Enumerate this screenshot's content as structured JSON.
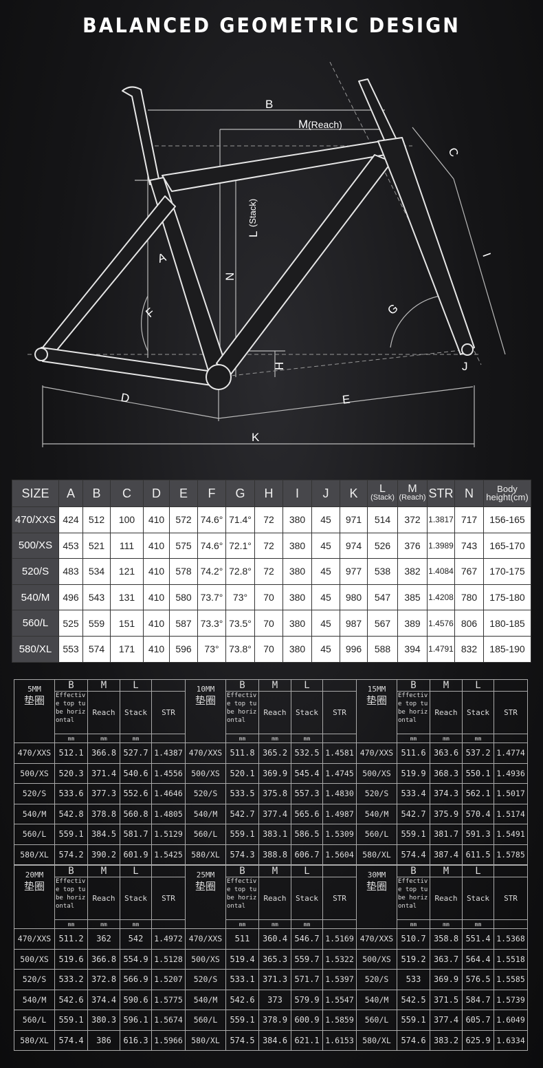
{
  "title": "BALANCED GEOMETRIC DESIGN",
  "diagram_labels": {
    "A": "A",
    "B": "B",
    "C": "C",
    "D": "D",
    "E": "E",
    "F": "F",
    "G": "G",
    "H": "H",
    "I": "I",
    "J": "J",
    "K": "K",
    "L": "L",
    "L_sub": "(Stack)",
    "M": "M",
    "M_sub": "(Reach)",
    "N": "N"
  },
  "geometry_table": {
    "headers": [
      {
        "main": "SIZE"
      },
      {
        "main": "A"
      },
      {
        "main": "B"
      },
      {
        "main": "C"
      },
      {
        "main": "D"
      },
      {
        "main": "E"
      },
      {
        "main": "F"
      },
      {
        "main": "G"
      },
      {
        "main": "H"
      },
      {
        "main": "I"
      },
      {
        "main": "J"
      },
      {
        "main": "K"
      },
      {
        "main": "L",
        "sub": "(Stack)"
      },
      {
        "main": "M",
        "sub": "(Reach)"
      },
      {
        "main": "STR"
      },
      {
        "main": "N"
      },
      {
        "main": "Body",
        "sub": "height(cm)"
      }
    ],
    "rows": [
      [
        "470/XXS",
        "424",
        "512",
        "100",
        "410",
        "572",
        "74.6°",
        "71.4°",
        "72",
        "380",
        "45",
        "971",
        "514",
        "372",
        "1.3817",
        "717",
        "156-165"
      ],
      [
        "500/XS",
        "453",
        "521",
        "111",
        "410",
        "575",
        "74.6°",
        "72.1°",
        "72",
        "380",
        "45",
        "974",
        "526",
        "376",
        "1.3989",
        "743",
        "165-170"
      ],
      [
        "520/S",
        "483",
        "534",
        "121",
        "410",
        "578",
        "74.2°",
        "72.8°",
        "72",
        "380",
        "45",
        "977",
        "538",
        "382",
        "1.4084",
        "767",
        "170-175"
      ],
      [
        "540/M",
        "496",
        "543",
        "131",
        "410",
        "580",
        "73.7°",
        "73°",
        "70",
        "380",
        "45",
        "980",
        "547",
        "385",
        "1.4208",
        "780",
        "175-180"
      ],
      [
        "560/L",
        "525",
        "559",
        "151",
        "410",
        "587",
        "73.3°",
        "73.5°",
        "70",
        "380",
        "45",
        "987",
        "567",
        "389",
        "1.4576",
        "806",
        "180-185"
      ],
      [
        "580/XL",
        "553",
        "574",
        "171",
        "410",
        "596",
        "73°",
        "73.8°",
        "70",
        "380",
        "45",
        "996",
        "588",
        "394",
        "1.4791",
        "832",
        "185-190"
      ]
    ]
  },
  "spacer_tables": {
    "col_letters": [
      "B",
      "M",
      "L",
      ""
    ],
    "col_labels": [
      "Effective top tube horizontal",
      "Reach",
      "Stack",
      "STR"
    ],
    "col_units": [
      "mm",
      "mm",
      "mm",
      ""
    ],
    "groups": [
      {
        "spacer": "5MM",
        "label": "垫圈",
        "rows": [
          [
            "470/XXS",
            "512.1",
            "366.8",
            "527.7",
            "1.4387"
          ],
          [
            "500/XS",
            "520.3",
            "371.4",
            "540.6",
            "1.4556"
          ],
          [
            "520/S",
            "533.6",
            "377.3",
            "552.6",
            "1.4646"
          ],
          [
            "540/M",
            "542.8",
            "378.8",
            "560.8",
            "1.4805"
          ],
          [
            "560/L",
            "559.1",
            "384.5",
            "581.7",
            "1.5129"
          ],
          [
            "580/XL",
            "574.2",
            "390.2",
            "601.9",
            "1.5425"
          ]
        ]
      },
      {
        "spacer": "10MM",
        "label": "垫圈",
        "rows": [
          [
            "470/XXS",
            "511.8",
            "365.2",
            "532.5",
            "1.4581"
          ],
          [
            "500/XS",
            "520.1",
            "369.9",
            "545.4",
            "1.4745"
          ],
          [
            "520/S",
            "533.5",
            "375.8",
            "557.3",
            "1.4830"
          ],
          [
            "540/M",
            "542.7",
            "377.4",
            "565.6",
            "1.4987"
          ],
          [
            "560/L",
            "559.1",
            "383.1",
            "586.5",
            "1.5309"
          ],
          [
            "580/XL",
            "574.3",
            "388.8",
            "606.7",
            "1.5604"
          ]
        ]
      },
      {
        "spacer": "15MM",
        "label": "垫圈",
        "rows": [
          [
            "470/XXS",
            "511.6",
            "363.6",
            "537.2",
            "1.4774"
          ],
          [
            "500/XS",
            "519.9",
            "368.3",
            "550.1",
            "1.4936"
          ],
          [
            "520/S",
            "533.4",
            "374.3",
            "562.1",
            "1.5017"
          ],
          [
            "540/M",
            "542.7",
            "375.9",
            "570.4",
            "1.5174"
          ],
          [
            "560/L",
            "559.1",
            "381.7",
            "591.3",
            "1.5491"
          ],
          [
            "580/XL",
            "574.4",
            "387.4",
            "611.5",
            "1.5785"
          ]
        ]
      },
      {
        "spacer": "20MM",
        "label": "垫圈",
        "rows": [
          [
            "470/XXS",
            "511.2",
            "362",
            "542",
            "1.4972"
          ],
          [
            "500/XS",
            "519.6",
            "366.8",
            "554.9",
            "1.5128"
          ],
          [
            "520/S",
            "533.2",
            "372.8",
            "566.9",
            "1.5207"
          ],
          [
            "540/M",
            "542.6",
            "374.4",
            "590.6",
            "1.5775"
          ],
          [
            "560/L",
            "559.1",
            "380.3",
            "596.1",
            "1.5674"
          ],
          [
            "580/XL",
            "574.4",
            "386",
            "616.3",
            "1.5966"
          ]
        ]
      },
      {
        "spacer": "25MM",
        "label": "垫圈",
        "rows": [
          [
            "470/XXS",
            "511",
            "360.4",
            "546.7",
            "1.5169"
          ],
          [
            "500/XS",
            "519.4",
            "365.3",
            "559.7",
            "1.5322"
          ],
          [
            "520/S",
            "533.1",
            "371.3",
            "571.7",
            "1.5397"
          ],
          [
            "540/M",
            "542.6",
            "373",
            "579.9",
            "1.5547"
          ],
          [
            "560/L",
            "559.1",
            "378.9",
            "600.9",
            "1.5859"
          ],
          [
            "580/XL",
            "574.5",
            "384.6",
            "621.1",
            "1.6153"
          ]
        ]
      },
      {
        "spacer": "30MM",
        "label": "垫圈",
        "rows": [
          [
            "470/XXS",
            "510.7",
            "358.8",
            "551.4",
            "1.5368"
          ],
          [
            "500/XS",
            "519.2",
            "363.7",
            "564.4",
            "1.5518"
          ],
          [
            "520/S",
            "533",
            "369.9",
            "576.5",
            "1.5585"
          ],
          [
            "540/M",
            "542.5",
            "371.5",
            "584.7",
            "1.5739"
          ],
          [
            "560/L",
            "559.1",
            "377.4",
            "605.7",
            "1.6049"
          ],
          [
            "580/XL",
            "574.6",
            "383.2",
            "625.9",
            "1.6334"
          ]
        ]
      }
    ]
  }
}
